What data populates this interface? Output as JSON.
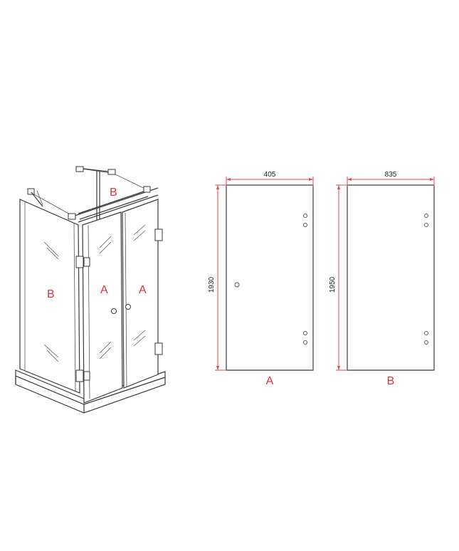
{
  "iso_view": {
    "label_top": "B",
    "label_left": "B",
    "label_door_left": "A",
    "label_door_right": "A"
  },
  "panel_a": {
    "width_label": "405",
    "height_label": "1930",
    "name_label": "A"
  },
  "panel_b": {
    "width_label": "835",
    "height_label": "1950",
    "name_label": "B"
  },
  "colors": {
    "dimension": "#e8434f",
    "label": "#e0303c",
    "outline": "#3a3a3a"
  }
}
